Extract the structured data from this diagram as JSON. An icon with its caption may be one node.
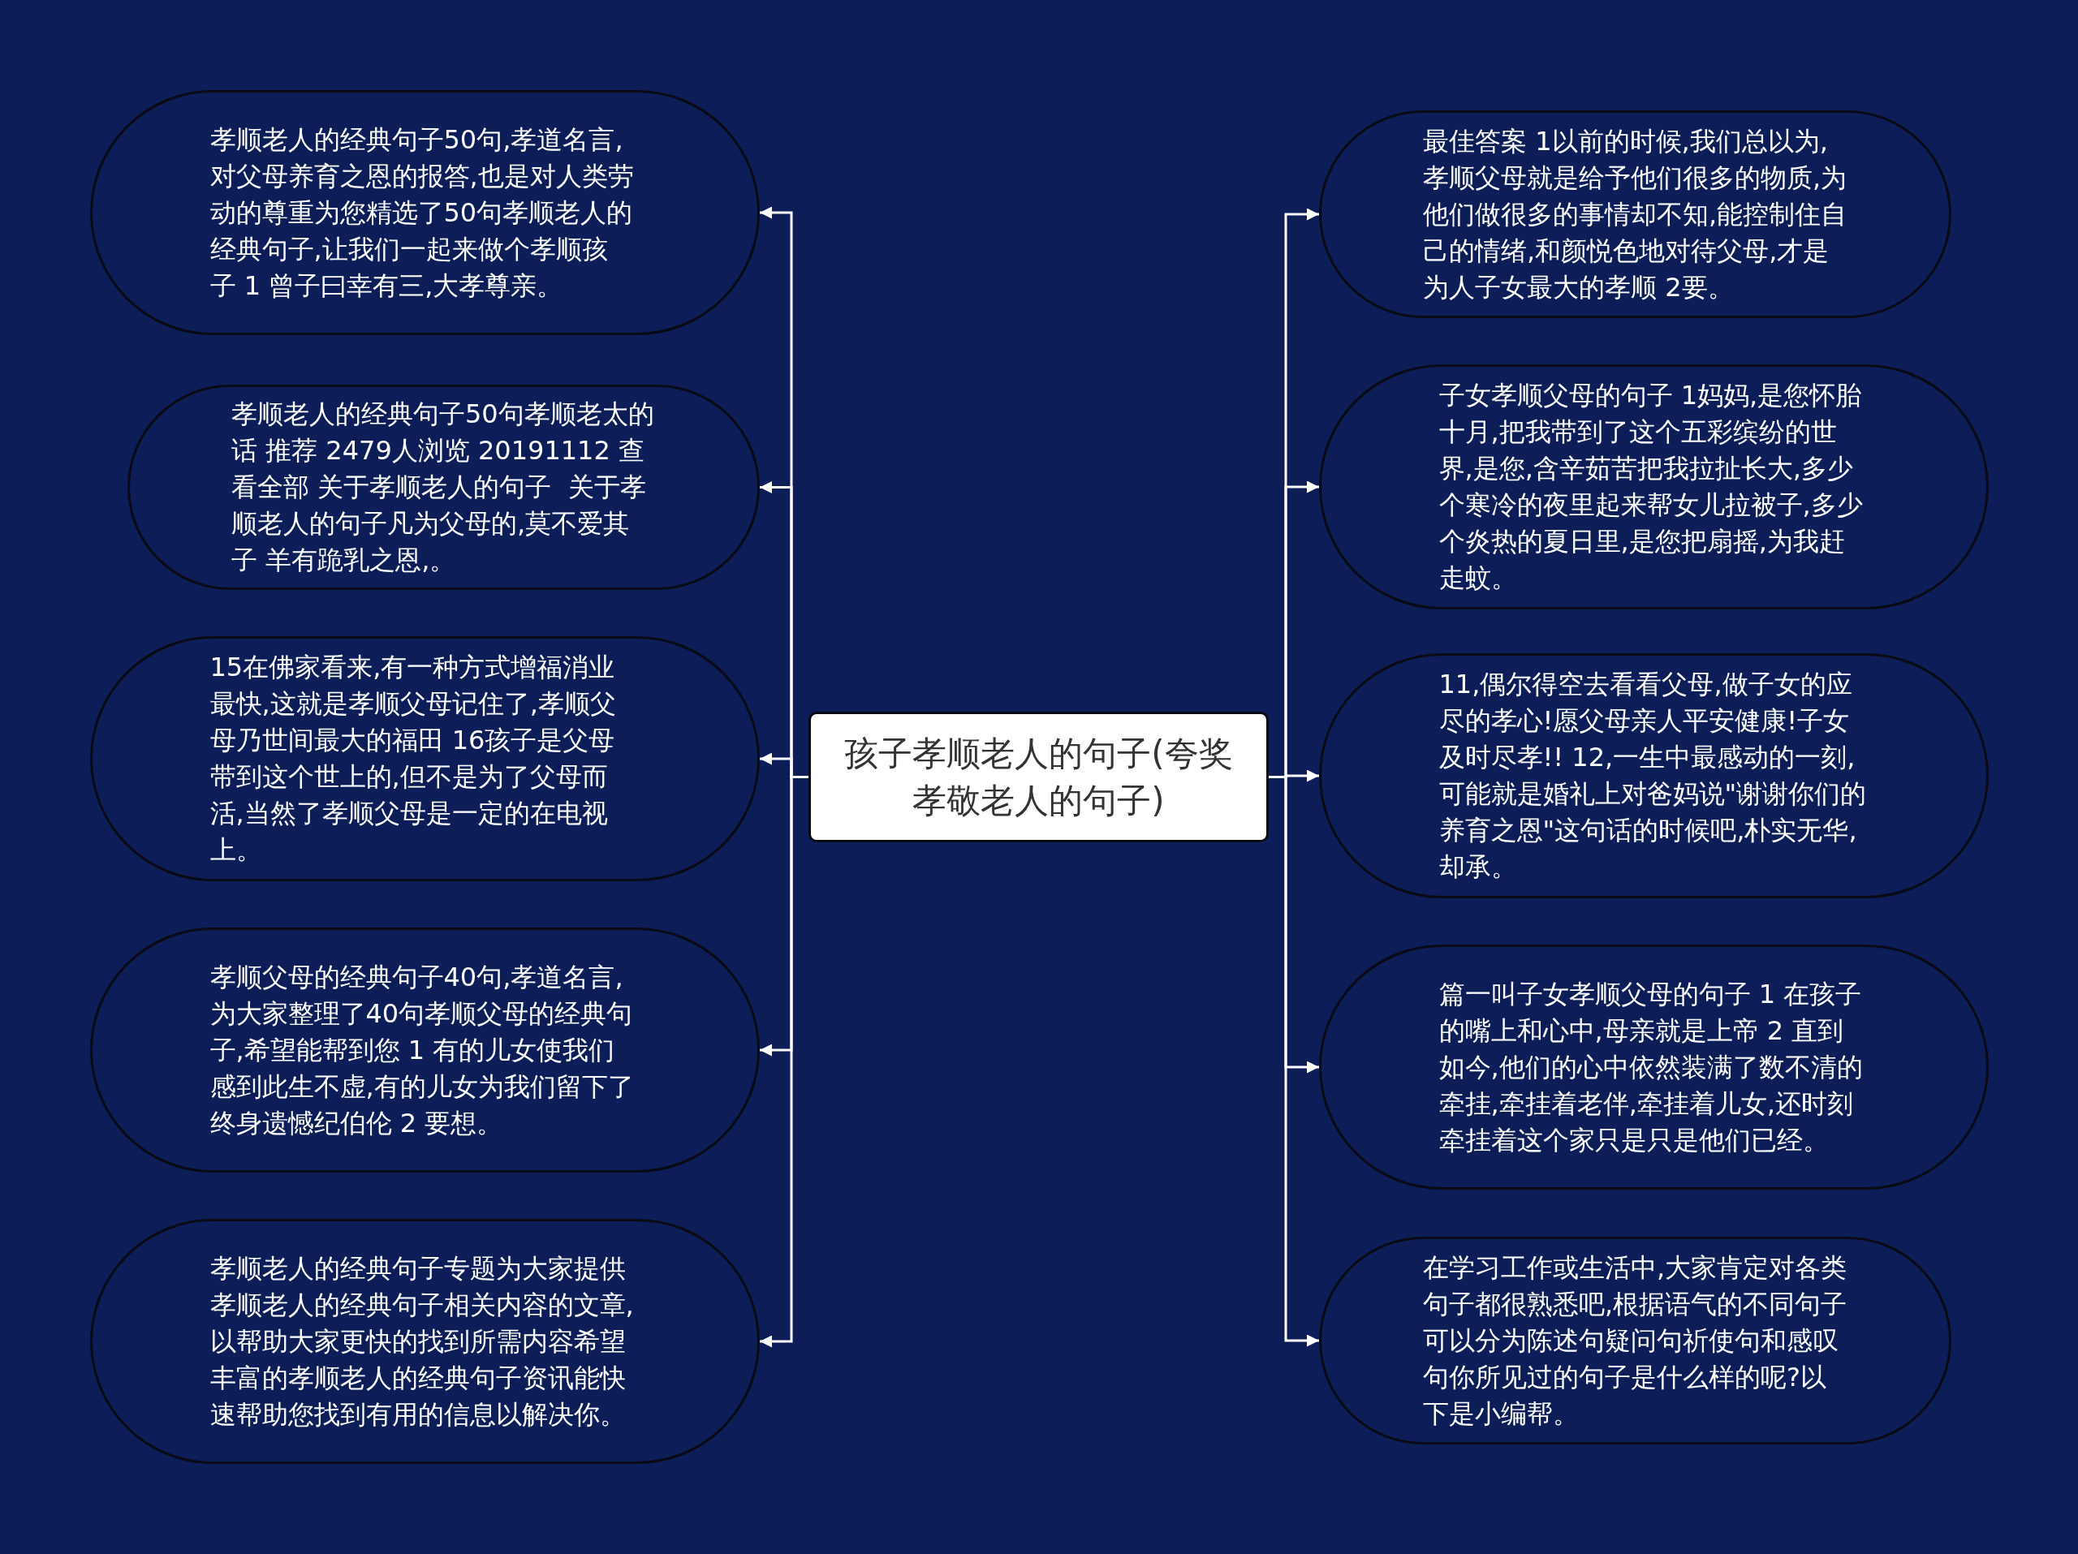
{
  "diagram": {
    "nodes": [
      {
        "text": [
          "孩子孝顺老人的句子(夸奖孝敬老人的句子)"
        ]
      },
      {
        "text": [
          "孝顺老人的经典句子50句,孝道名言,对父母养育之恩的报答,也是对人类劳动的尊重为您精选了50句孝顺老人的经典句子,让我们一起来做个孝顺孩子 1 曾子曰幸有三,大孝尊亲。"
        ]
      },
      {
        "text": [
          "孝顺老人的经典句子50句孝顺老太的话 推荐 2479人浏览 20191112 查看全部 关于孝顺老人的句子  关于孝顺老人的句子凡为父母的,莫不爱其子 羊有跪乳之恩,。"
        ]
      },
      {
        "text": [
          "15在佛家看来,有一种方式增福消业最快,这就是孝顺父母记住了,孝顺父母乃世间最大的福田 16孩子是父母带到这个世上的,但不是为了父母而活,当然了孝顺父母是一定的在电视上。"
        ]
      },
      {
        "text": [
          "孝顺父母的经典句子40句,孝道名言,为大家整理了40句孝顺父母的经典句子,希望能帮到您 1 有的儿女使我们感到此生不虚,有的儿女为我们留下了终身遗憾纪伯伦 2 要想。"
        ]
      },
      {
        "text": [
          "孝顺老人的经典句子专题为大家提供孝顺老人的经典句子相关内容的文章,以帮助大家更快的找到所需内容希望丰富的孝顺老人的经典句子资讯能快速帮助您找到有用的信息以解决你。"
        ]
      },
      {
        "text": [
          "最佳答案 1以前的时候,我们总以为,孝顺父母就是给予他们很多的物质,为他们做很多的事情却不知,能控制住自己的情绪,和颜悦色地对待父母,才是为人子女最大的孝顺 2要。"
        ]
      },
      {
        "text": [
          "子女孝顺父母的句子 1妈妈,是您怀胎十月,把我带到了这个五彩缤纷的世界,是您,含辛茹苦把我拉扯长大,多少个寒冷的夜里起来帮女儿拉被子,多少个炎热的夏日里,是您把扇摇,为我赶走蚊。"
        ]
      },
      {
        "text": [
          "11,偶尔得空去看看父母,做子女的应尽的孝心!愿父母亲人平安健康!子女及时尽孝!! 12,一生中最感动的一刻,可能就是婚礼上对爸妈说\"谢谢你们的养育之恩\"这句话的时候吧,朴实无华,却承。"
        ]
      },
      {
        "text": [
          "篇一叫子女孝顺父母的句子 1 在孩子的嘴上和心中,母亲就是上帝 2 直到如今,他们的心中依然装满了数不清的牵挂,牵挂着老伴,牵挂着儿女,还时刻牵挂着这个家只是只是他们已经。"
        ]
      },
      {
        "text": [
          "在学习工作或生活中,大家肯定对各类句子都很熟悉吧,根据语气的不同句子可以分为陈述句疑问句祈使句和感叹句你所见过的句子是什么样的呢?以下是小编帮。"
        ]
      }
    ],
    "edges": [
      {
        "from": 0,
        "to": 1,
        "arrow": "to"
      },
      {
        "from": 0,
        "to": 2,
        "arrow": "to"
      },
      {
        "from": 0,
        "to": 3,
        "arrow": "to"
      },
      {
        "from": 0,
        "to": 4,
        "arrow": "to"
      },
      {
        "from": 0,
        "to": 5,
        "arrow": "to"
      },
      {
        "from": 0,
        "to": 6,
        "arrow": "to"
      },
      {
        "from": 0,
        "to": 7,
        "arrow": "to"
      },
      {
        "from": 0,
        "to": 8,
        "arrow": "to"
      },
      {
        "from": 0,
        "to": 9,
        "arrow": "to"
      },
      {
        "from": 0,
        "to": 10,
        "arrow": "to"
      }
    ]
  }
}
